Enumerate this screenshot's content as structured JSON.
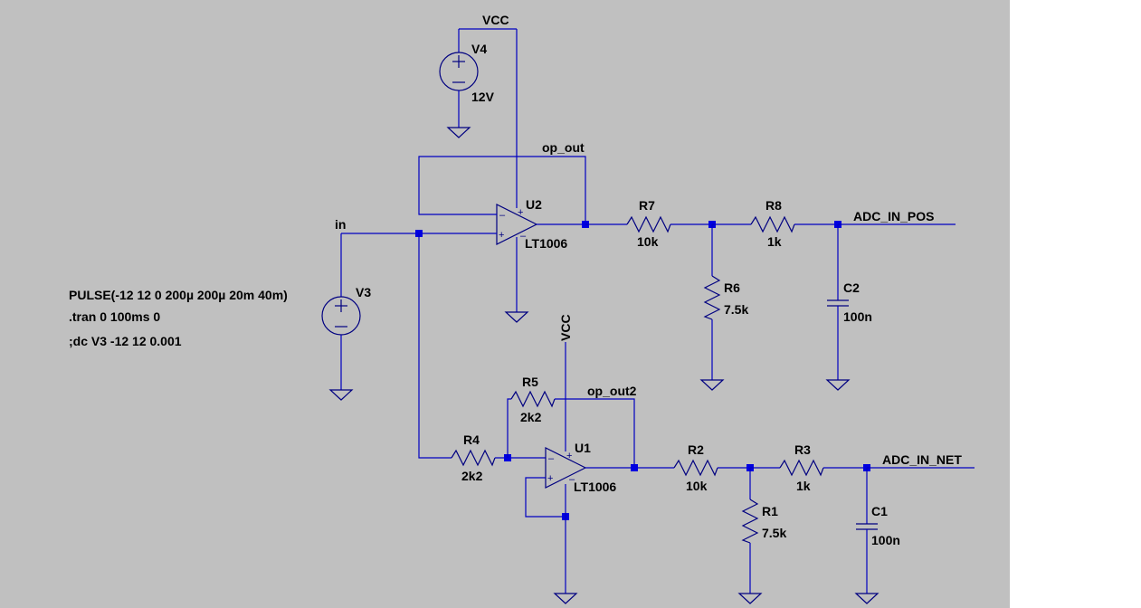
{
  "schematic": {
    "V4": {
      "name": "V4",
      "value": "12V"
    },
    "V3": {
      "name": "V3"
    },
    "U2": {
      "name": "U2",
      "model": "LT1006"
    },
    "U1": {
      "name": "U1",
      "model": "LT1006"
    },
    "R7": {
      "name": "R7",
      "value": "10k"
    },
    "R8": {
      "name": "R8",
      "value": "1k"
    },
    "R6": {
      "name": "R6",
      "value": "7.5k"
    },
    "C2": {
      "name": "C2",
      "value": "100n"
    },
    "R5": {
      "name": "R5",
      "value": "2k2"
    },
    "R4": {
      "name": "R4",
      "value": "2k2"
    },
    "R2": {
      "name": "R2",
      "value": "10k"
    },
    "R3": {
      "name": "R3",
      "value": "1k"
    },
    "R1": {
      "name": "R1",
      "value": "7.5k"
    },
    "C1": {
      "name": "C1",
      "value": "100n"
    },
    "nets": {
      "vcc_top": "VCC",
      "vcc_u1": "VCC",
      "op_out": "op_out",
      "op_out2": "op_out2",
      "in": "in",
      "adc_pos": "ADC_IN_POS",
      "adc_net": "ADC_IN_NET"
    },
    "directives": {
      "pulse": "PULSE(-12 12 0 200µ 200µ 20m 40m)",
      "tran": ".tran 0 100ms 0",
      "dc_comment": ";dc V3 -12 12 0.001"
    },
    "colors": {
      "background": "#c0c0c0",
      "wire": "#0000c0",
      "text": "#000000"
    }
  }
}
